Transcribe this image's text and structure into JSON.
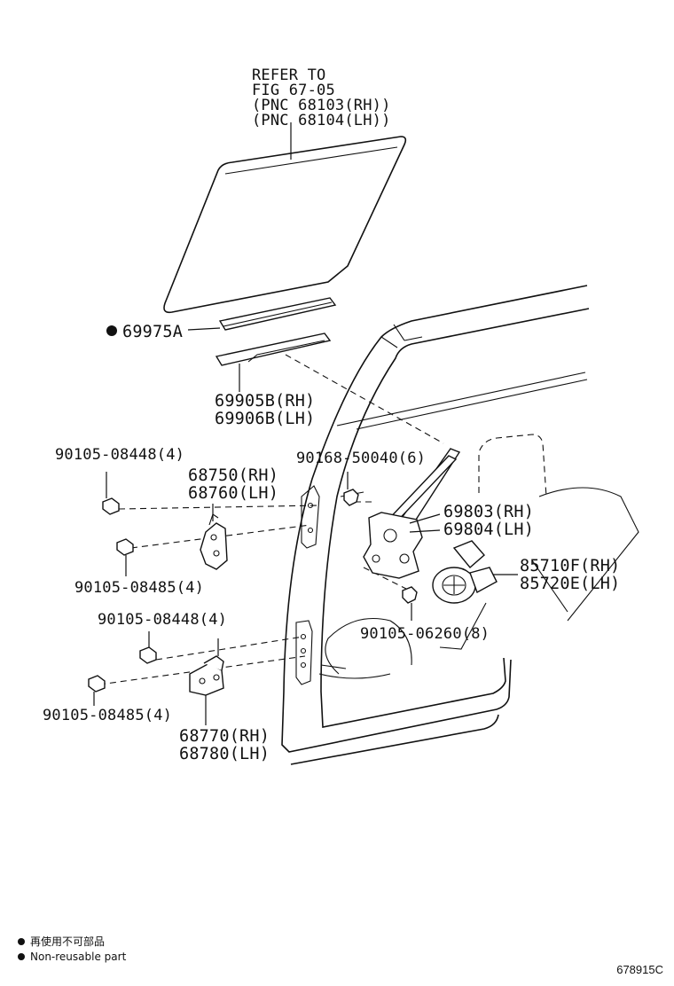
{
  "callouts": {
    "refer_lines": [
      "REFER TO",
      "FIG 67-05",
      "(PNC 68103(RH))",
      "(PNC 68104(LH))"
    ],
    "run_channel": "69975A",
    "weatherstrip": [
      "69905B(RH)",
      "69906B(LH)"
    ],
    "bolt_upper_hinge_1": "90105-08448(4)",
    "bolt_upper_hinge_2": "90105-08485(4)",
    "upper_hinge": [
      "68750(RH)",
      "68760(LH)"
    ],
    "bolt_regulator": "90168-50040(6)",
    "regulator": [
      "69803(RH)",
      "69804(LH)"
    ],
    "motor": [
      "85710F(RH)",
      "85720E(LH)"
    ],
    "bolt_motor": "90105-06260(8)",
    "bolt_lower_hinge_1": "90105-08448(4)",
    "bolt_lower_hinge_2": "90105-08485(4)",
    "lower_hinge": [
      "68770(RH)",
      "68780(LH)"
    ]
  },
  "legend": {
    "line_jp": "再使用不可部品",
    "line_en": "Non-reusable part"
  },
  "figure_id": "678915C",
  "colors": {
    "ink": "#111111",
    "background": "#ffffff"
  },
  "icons": {
    "non_reusable_marker": "filled-circle-icon"
  }
}
